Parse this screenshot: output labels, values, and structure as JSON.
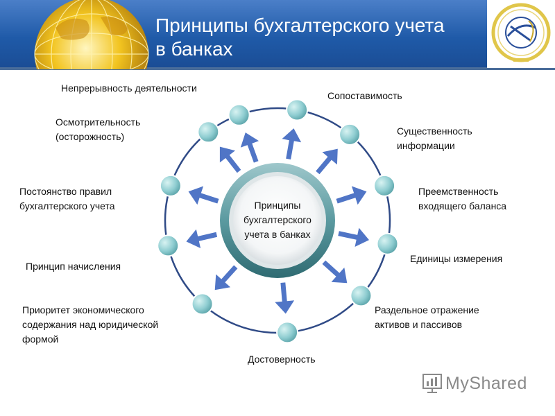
{
  "header": {
    "title": "Принципы бухгалтерского учета\nв банках"
  },
  "diagram": {
    "center": "Принципы\nбухгалтерского\nучета в банках",
    "principles": [
      "Непрерывность деятельности",
      "Сопоставимость",
      "Существенность\nинформации",
      "Преемственность\nвходящего баланса",
      "Единицы измерения",
      "Раздельное отражение\nактивов и пассивов",
      "Достоверность",
      "Приоритет экономического\nсодержания над юридической\nформой",
      "Принцип начисления",
      "Постоянство правил\nбухгалтерского учета",
      "Осмотрительность\n(осторожность)"
    ]
  },
  "watermark": {
    "text": "MyShared"
  },
  "colors": {
    "header_blue": "#1f5aa8",
    "ring": "#2f4a86",
    "node": "#8fcdd1",
    "arrow": "#3d66c0",
    "center_ring": "#5a8f96"
  }
}
